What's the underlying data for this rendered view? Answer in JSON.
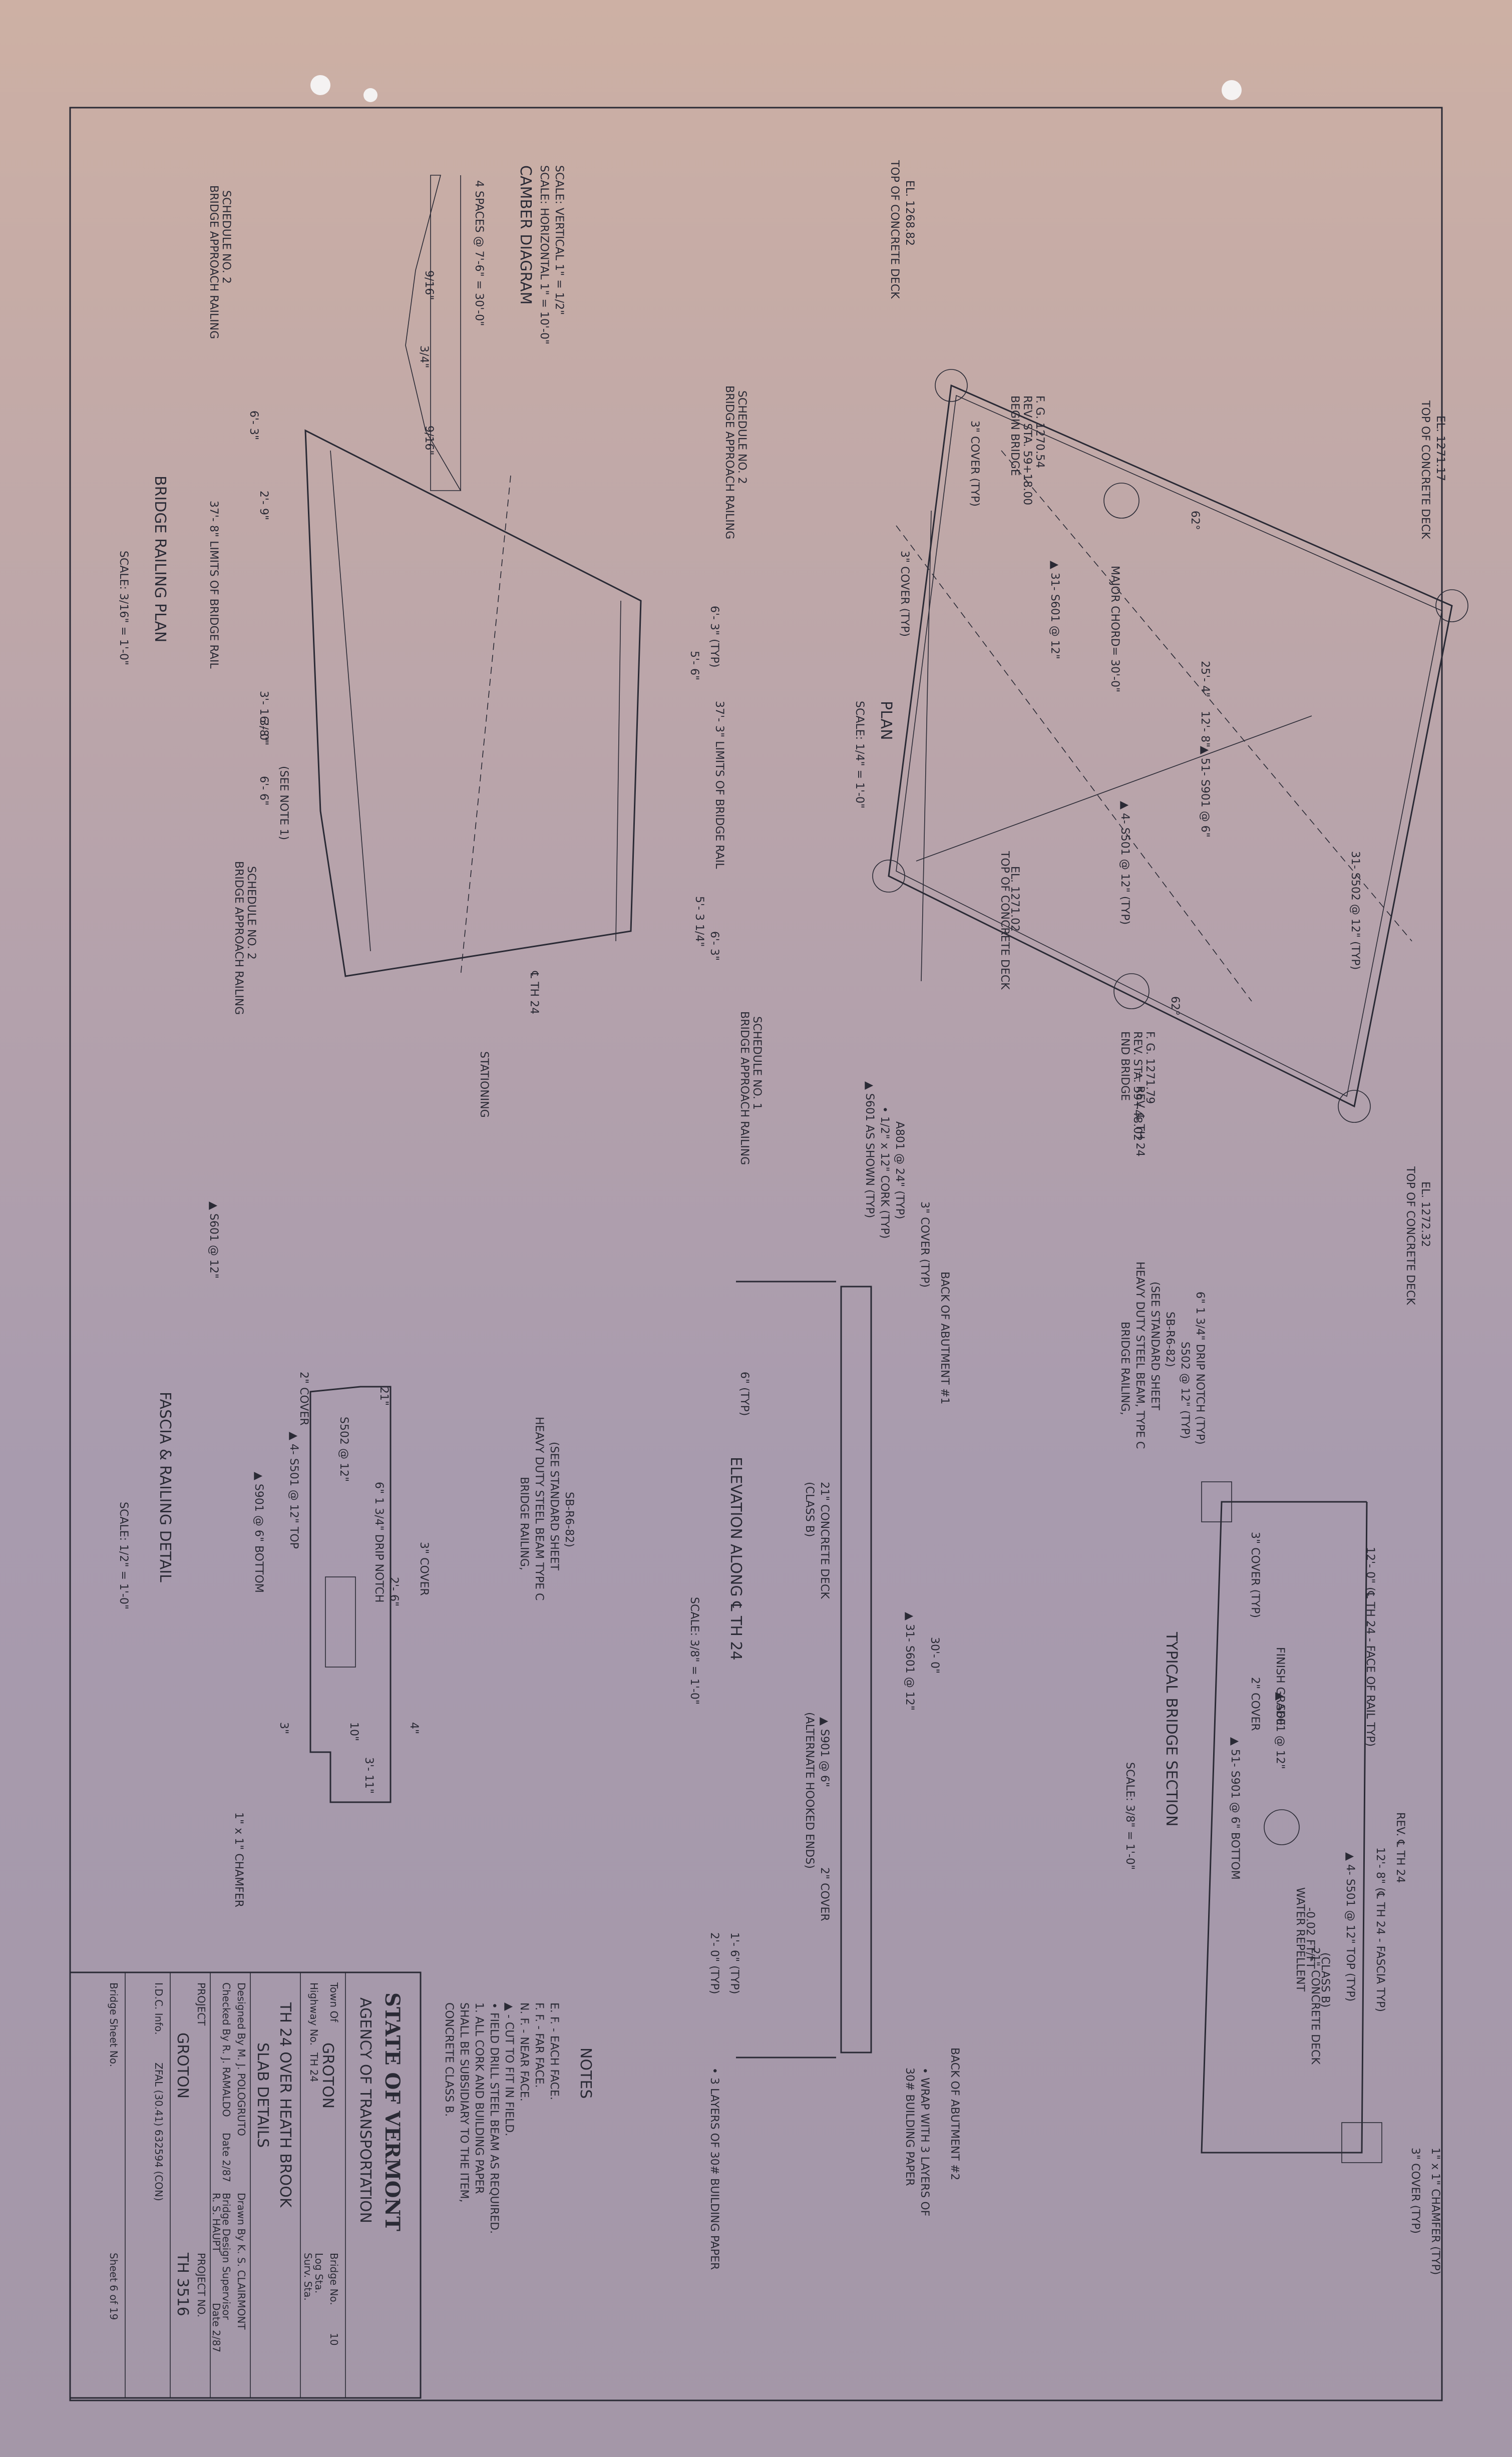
{
  "plan": {
    "title": "PLAN",
    "scale": "SCALE: 1/4\" = 1'-0\"",
    "labels": {
      "top_deck_1": "TOP OF CONCRETE DECK",
      "top_deck_1_el": "EL. 1271.17",
      "top_deck_2": "TOP OF CONCRETE DECK",
      "top_deck_2_el": "EL. 1268.82",
      "top_deck_3": "TOP OF CONCRETE DECK",
      "top_deck_3_el": "EL. 1271.02",
      "top_deck_4": "TOP OF CONCRETE DECK",
      "top_deck_4_el": "EL. 1272.32",
      "begin_bridge": "BEGIN BRIDGE",
      "begin_sta": "REV. STA. 59+18.00",
      "begin_fg": "F. G. 1270.54",
      "end_bridge": "END BRIDGE",
      "end_sta": "REV. STA. 59+48.02",
      "end_fg": "F. G. 1271.79",
      "rev_cl": "— REV. ℄ TH 24",
      "cover_a": "3\" COVER (TYP)",
      "cover_b": "3\" COVER (TYP)",
      "major_chord": "MAJOR CHORD= 30'-0\"",
      "angle_a": "62°",
      "angle_b": "62°",
      "bars_s601": "▲ 31- S601 @ 12\"",
      "dim_25": "25'- 4\"",
      "dim_12": "12'- 8\"",
      "bars_s901": "▲ 51- S901 @ 6\"",
      "bars_s501": "▲ 4- S501 @ 12\" (TYP)",
      "bars_s502": "31- S502 @ 12\" (TYP)"
    }
  },
  "camber": {
    "title": "CAMBER DIAGRAM",
    "scale_h": "SCALE: HORIZONTAL 1\" = 10'-0\"",
    "scale_v": "SCALE: VERTICAL 1\" = 1/2\"",
    "spaces": "4 SPACES @ 7'-6\" = 30'-0\"",
    "v1": "9/16\"",
    "v2": "3/4\"",
    "v3": "9/16\""
  },
  "railing_plan": {
    "title": "BRIDGE RAILING PLAN",
    "scale": "SCALE: 3/16\" = 1'-0\"",
    "sched2_a": "BRIDGE APPROACH RAILING",
    "sched2_a2": "SCHEDULE NO. 2",
    "sched2_b": "BRIDGE APPROACH RAILING",
    "sched2_b2": "SCHEDULE NO. 2",
    "sched2_c": "BRIDGE APPROACH RAILING",
    "sched2_c2": "SCHEDULE NO. 2",
    "sched1": "BRIDGE APPROACH RAILING",
    "sched1_2": "SCHEDULE NO. 1",
    "d1": "6'- 3\"",
    "d2": "2'- 9\"",
    "d3": "37'- 8\" LIMITS OF BRIDGE RAIL",
    "d4": "3'- 1 3/8\"",
    "d5": "6'- 0\"",
    "d6": "6'- 6\"",
    "note": "(SEE NOTE 1)",
    "d7": "6'- 3\" (TYP)",
    "d8": "5'- 6\"",
    "d9": "37'- 3\" LIMITS OF BRIDGE RAIL",
    "d10": "5'- 3 1/4\"",
    "d11": "6'- 3\"",
    "cl": "℄ TH 24",
    "stationing": "STATIONING"
  },
  "fascia": {
    "title": "FASCIA & RAILING DETAIL",
    "scale": "SCALE: 1/2\" = 1'-0\"",
    "l1": "▲ S601 @ 12\"",
    "l2": "2\" COVER",
    "l3": "▲ 4- S501 @ 12\" TOP",
    "l4": "▲ S901 @ 6\" BOTTOM",
    "l5": "S502 @ 12\"",
    "l6": "6\" 1 3/4\" DRIP NOTCH",
    "l7": "3\" COVER",
    "l8": "BRIDGE RAILING,",
    "l9": "HEAVY DUTY STEEL BEAM TYPE C",
    "l10": "(SEE STANDARD SHEET",
    "l11": "SB-R6-82)",
    "l12": "2'- 6\"",
    "l13": "21\"",
    "l14": "3\"",
    "l15": "10\"",
    "l16": "4\"",
    "l17": "3'- 11\"",
    "l18": "1\" x 1\" CHAMFER"
  },
  "elevation": {
    "title": "ELEVATION ALONG ℄ TH 24",
    "scale": "SCALE: 3/8\" = 1'-0\"",
    "l1": "▲ S601 AS SHOWN (TYP)",
    "l2": "• 1/2\" x 12\" CORK (TYP)",
    "l3": "A801 @ 24\" (TYP)",
    "l4": "3\" COVER (TYP)",
    "l5": "6\" (TYP)",
    "l6": "21\" CONCRETE DECK",
    "l7": "(CLASS B)",
    "l8": "BACK OF ABUTMENT #1",
    "l9": "30'- 0\"",
    "l10": "▲ 31- S601 @ 12\"",
    "l11": "▲ S901 @ 6\"",
    "l12": "(ALTERNATE HOOKED ENDS)",
    "l13": "2\" COVER",
    "l14": "2'- 0\" (TYP)",
    "l15": "1'- 6\" (TYP)",
    "l16": "BACK OF ABUTMENT #2",
    "l17": "• WRAP WITH 3 LAYERS OF",
    "l18": "30# BUILDING PAPER",
    "l19": "• 3 LAYERS OF 30# BUILDING PAPER"
  },
  "section": {
    "title": "TYPICAL BRIDGE SECTION",
    "scale": "SCALE: 3/8\" = 1'-0\"",
    "l1": "BRIDGE RAILING,",
    "l2": "HEAVY DUTY STEEL BEAM, TYPE C",
    "l3": "(SEE STANDARD SHEET",
    "l4": "SB-R6-82)",
    "l5": "S502 @ 12\" (TYP)",
    "l6": "6\" 1 3/4\" DRIP NOTCH (TYP)",
    "l7": "12'- 0\" (℄ TH 24 - FACE OF RAIL TYP)",
    "l8": "REV. ℄ TH 24",
    "l9": "12'- 8\" (℄ TH 24 - FASCIA TYP)",
    "l10": "3\" COVER (TYP)",
    "l11": "FINISH GRADE",
    "l12": "▲ S601 @ 12\"",
    "l13": "2\" COVER",
    "l14": "▲ 51- S901 @ 6\" BOTTOM",
    "l15": "▲ 4- S501 @ 12\" TOP (TYP)",
    "l16": "WATER REPELLENT",
    "l17": "-0.02 FT/FT",
    "l18": "21\" CONCRETE DECK",
    "l19": "(CLASS B)",
    "l20": "3\" COVER (TYP)",
    "l21": "1\" x 1\" CHAMFER (TYP)"
  },
  "notes": {
    "title": "NOTES",
    "items": [
      "E. F. - EACH FACE.",
      "F. F. - FAR FACE.",
      "N. F. - NEAR FACE.",
      "▲ - CUT TO FIT IN FIELD.",
      "• FIELD DRILL STEEL BEAM AS REQUIRED.",
      "1. ALL CORK AND BUILDING PAPER",
      "   SHALL BE SUBSIDIARY TO THE ITEM,",
      "   CONCRETE CLASS B."
    ]
  },
  "title_block": {
    "state": "STATE OF VERMONT",
    "agency": "AGENCY OF TRANSPORTATION",
    "town_label": "Town Of",
    "town": "GROTON",
    "bridge_no_label": "Bridge No.",
    "bridge_no": "10",
    "highway_label": "Highway No.",
    "highway": "TH 24",
    "log_sta": "Log Sta.",
    "surv_sta": "Surv. Sta.",
    "desc1": "TH 24 OVER HEATH BROOK",
    "desc2": "SLAB DETAILS",
    "designed": "Designed By M. J. POLOGRUTO",
    "drawn": "Drawn By K. S. CLAIRMONT",
    "checked": "Checked By R. J. RAMALDO",
    "checked_date": "Date 2/87",
    "supervisor": "Bridge Design Supervisor",
    "supervisor_name": "R. S. HAUPT",
    "supervisor_date": "Date 2/87",
    "project_label": "PROJECT",
    "project": "GROTON",
    "project_no_label": "PROJECT NO.",
    "project_no": "TH 3516",
    "ldc": "I.D.C. Info.",
    "ldc_val": "ZFAL (30.41) 632594 (CON)",
    "sheet_label": "Bridge Sheet No.",
    "sheet": "Sheet 6 of 19"
  }
}
